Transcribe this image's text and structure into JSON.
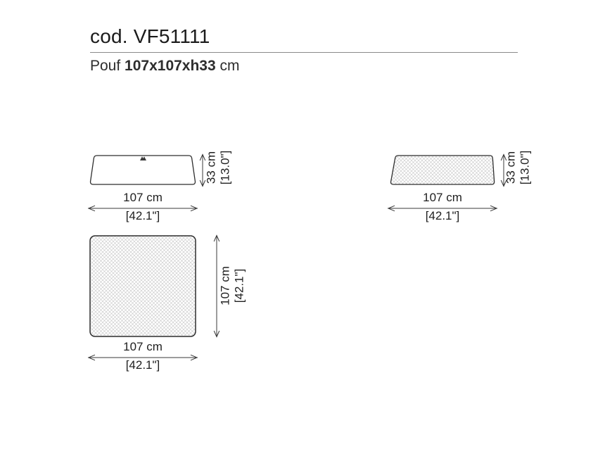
{
  "header": {
    "code": "cod. VF51111",
    "type": "Pouf ",
    "dimensions": "107x107xh33",
    "unit": " cm"
  },
  "views": {
    "front": {
      "width_cm": "107 cm",
      "width_in": "[42.1\"]",
      "height_cm": "33 cm",
      "height_in": "[13.0\"]"
    },
    "side": {
      "width_cm": "107 cm",
      "width_in": "[42.1\"]",
      "height_cm": "33 cm",
      "height_in": "[13.0\"]"
    },
    "top": {
      "width_cm": "107 cm",
      "width_in": "[42.1\"]",
      "depth_cm": "107 cm",
      "depth_in": "[42.1\"]"
    }
  },
  "icons": {
    "brand_mark": "brand-mark-icon"
  },
  "colors": {
    "text": "#1f1f1f",
    "outline": "#2e2e2e",
    "dimension_line": "#3a3a3a",
    "hatch": "#c4c4c4"
  }
}
